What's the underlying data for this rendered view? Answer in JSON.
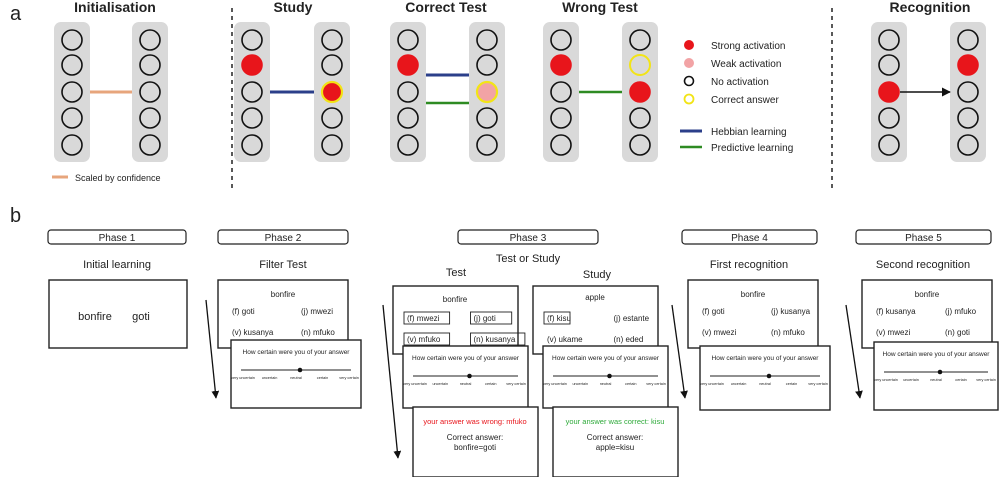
{
  "panel_a": {
    "label": "a",
    "titles": {
      "initialisation": "Initialisation",
      "study": "Study",
      "correct_test": "Correct Test",
      "wrong_test": "Wrong Test",
      "recognition": "Recognition"
    },
    "scaled_caption": "Scaled by confidence",
    "legend": {
      "strong": "Strong activation",
      "weak": "Weak activation",
      "none": "No activation",
      "correct": "Correct answer",
      "hebbian": "Hebbian learning",
      "predictive": "Predictive learning"
    },
    "colors": {
      "strong": "#e8151b",
      "weak": "#f2a3a5",
      "correct": "#f2e416",
      "hebbian": "#2b3f8a",
      "predictive": "#2e8b22",
      "confidence": "#e7a57c",
      "column": "#d9d9d9"
    }
  },
  "panel_b": {
    "label": "b",
    "phases": {
      "p1": "Phase 1",
      "p2": "Phase 2",
      "p3": "Phase 3",
      "p4": "Phase 4",
      "p5": "Phase 5"
    },
    "subtitles": {
      "p1": "Initial learning",
      "p2": "Filter Test",
      "p3": "Test or Study",
      "p3_test": "Test",
      "p3_study": "Study",
      "p4": "First recognition",
      "p5": "Second recognition"
    },
    "initial": {
      "cue": "bonfire",
      "target": "goti"
    },
    "filter": {
      "cue": "bonfire",
      "options": [
        "(f) goti",
        "(j) mwezi",
        "(v) kusanya",
        "(n) mfuko"
      ]
    },
    "test": {
      "cue": "bonfire",
      "options": [
        "(f) mwezi",
        "(j) goti",
        "(v) mfuko",
        "(n) kusanya"
      ],
      "feedback": "your answer was wrong: mfuko",
      "correct_label": "Correct answer:",
      "correct_pair": "bonfire=goti"
    },
    "study": {
      "cue": "apple",
      "options": [
        "(f) kisu",
        "(j) estante",
        "(v) ukame",
        "(n) eded"
      ],
      "feedback": "your answer was correct: kisu",
      "correct_label": "Correct answer:",
      "correct_pair": "apple=kisu"
    },
    "recog1": {
      "cue": "bonfire",
      "options": [
        "(f) goti",
        "(j) kusanya",
        "(v) mwezi",
        "(n) mfuko"
      ]
    },
    "recog2": {
      "cue": "bonfire",
      "options": [
        "(f) kusanya",
        "(j) mfuko",
        "(v) mwezi",
        "(n) goti"
      ]
    },
    "confidence": {
      "question": "How certain were you of your answer",
      "ticks": [
        "very uncertain",
        "uncertain",
        "neutral",
        "certain",
        "very certain"
      ]
    },
    "colors": {
      "wrong": "#e8151b",
      "correct": "#2eaa3a"
    }
  }
}
